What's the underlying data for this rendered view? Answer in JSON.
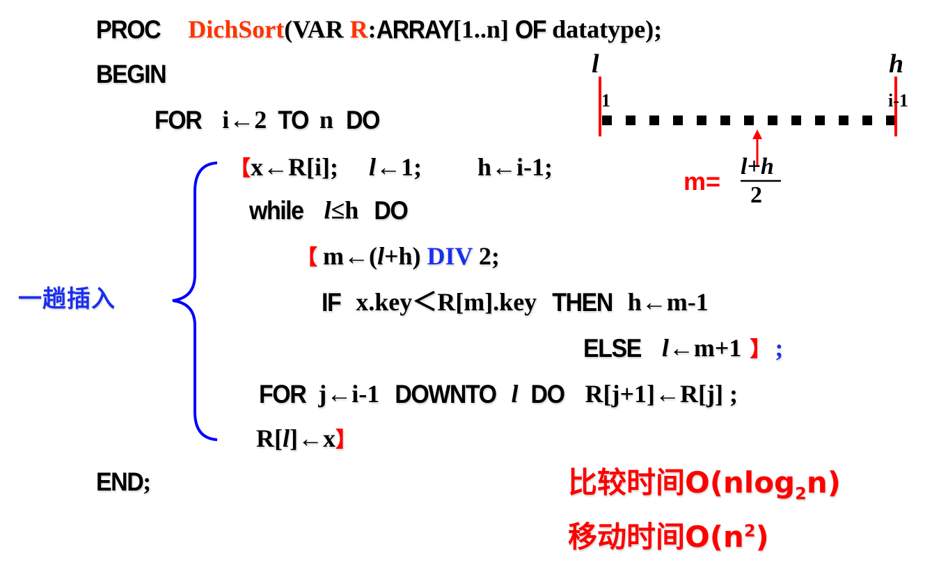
{
  "code": {
    "l1": {
      "proc": "PROC",
      "name": "DichSort",
      "p1": "(VAR ",
      "r": "R",
      "colon": ":",
      "array": "ARRAY",
      "range": "[1..n] ",
      "of": "OF",
      "type": " datatype);"
    },
    "l2": {
      "begin": "BEGIN"
    },
    "l3": {
      "for": "FOR",
      "init": "i←2",
      "to": "TO",
      "n": "n",
      "do": "DO"
    },
    "l4": {
      "open": "【",
      "a": "x←R[i];",
      "l": "l",
      "b": "←1;",
      "c": "h←i-1;"
    },
    "l5": {
      "while": "while",
      "l": "l",
      "cond": "≤h",
      "do": "DO"
    },
    "l6": {
      "open": "【",
      "a": "m←(",
      "l": "l",
      "b": "+h) ",
      "div": "DIV",
      "c": " 2;"
    },
    "l7": {
      "if": "IF",
      "cond": "x.key＜R[m].key",
      "then": "THEN",
      "act": "h←m-1"
    },
    "l8": {
      "else": "ELSE",
      "l": "l",
      "act": "←m+1",
      "close": "】",
      "semi": ";"
    },
    "l9": {
      "for": "FOR",
      "init": "j←i-1",
      "downto": "DOWNTO",
      "l": "l",
      "do": "DO",
      "act": "R[j+1]←R[j] ;"
    },
    "l10": {
      "a": "R[",
      "l": "l",
      "b": "]←x",
      "close": "】"
    },
    "l11": {
      "end": "END",
      "semi": ";"
    }
  },
  "side_label": "一趟插入",
  "diagram": {
    "low_label": "l",
    "high_label": "h",
    "start_index": "1",
    "end_index": "i-1",
    "mid_prefix": "m=",
    "numerator": "l+h",
    "denominator": "2"
  },
  "complexity": {
    "compare_prefix": "比较时间O(nlog",
    "compare_sub": "2",
    "compare_suffix": "n)",
    "move_prefix": "移动时间O(n",
    "move_sup": "2",
    "move_suffix": ")"
  },
  "colors": {
    "keyword_red": "#ff0000",
    "name_orange": "#ff3300",
    "div_blue": "#1a2ff0",
    "brace_blue": "#0000ff",
    "label_blue": "#1a2ff0",
    "text": "#000000"
  }
}
